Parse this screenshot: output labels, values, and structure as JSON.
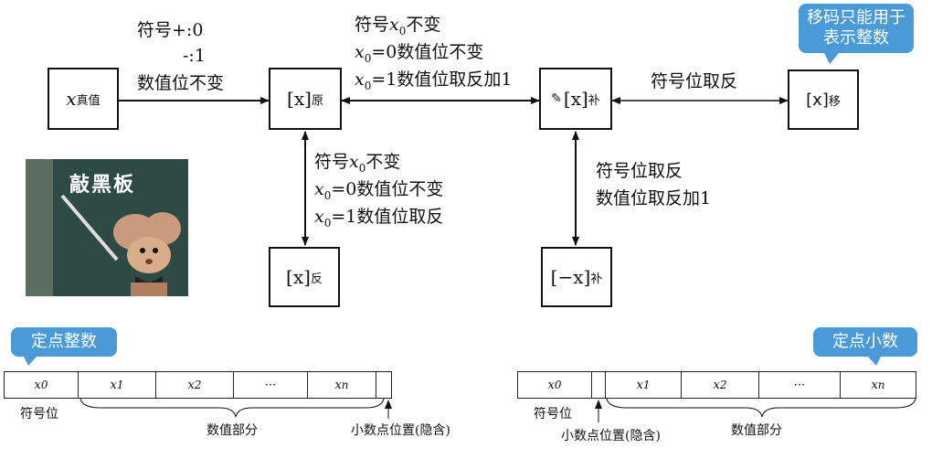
{
  "boxes": {
    "true_value": {
      "var": "x",
      "sub": "真值"
    },
    "original": {
      "var": "[x]",
      "sub": "原"
    },
    "complement": {
      "var": "[x]",
      "sub": "补"
    },
    "biased": {
      "var": "[x]",
      "sub": "移"
    },
    "ones": {
      "var": "[x]",
      "sub": "反"
    },
    "neg_complement": {
      "var": "[−x]",
      "sub": "补"
    }
  },
  "labels": {
    "sign_plus": "符号+:0",
    "sign_minus": "-:1",
    "value_unchanged": "数值位不变",
    "top_line1_pre": "符号",
    "top_line1_post": "不变",
    "top_line2": "=0数值位不变",
    "top_line3": "=1数值位取反加1",
    "right_top": "符号位取反",
    "mid_line1_pre": "符号",
    "mid_line1_post": "不变",
    "mid_line2": "=0数值位不变",
    "mid_line3": "=1数值位取反",
    "right_mid_line1": "符号位取反",
    "right_mid_line2": "数值位取反加1"
  },
  "callouts": {
    "biased_only_int": "移码只能用于表示整数",
    "fixed_int": "定点整数",
    "fixed_frac": "定点小数"
  },
  "picture": {
    "caption": "敲黑板"
  },
  "formats": {
    "int_cells": [
      "x",
      "x",
      "x",
      "···",
      "x"
    ],
    "int_subs": [
      "0",
      "1",
      "2",
      "",
      "n"
    ],
    "frac_cells": [
      "x",
      "x",
      "x",
      "···",
      "x"
    ],
    "frac_subs": [
      "0",
      "1",
      "2",
      "",
      "n"
    ],
    "sign_bit": "符号位",
    "value_part": "数值部分",
    "decimal_point": "小数点位置(隐含)"
  },
  "icons": {
    "pencil": "pencil-icon"
  },
  "colors": {
    "callout": "#4a9ad8"
  }
}
